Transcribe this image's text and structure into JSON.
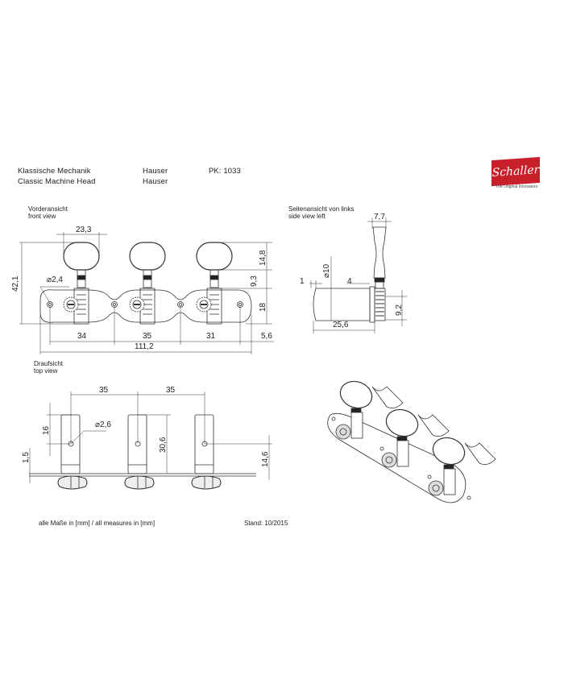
{
  "header": {
    "title_de": "Klassische Mechanik",
    "title_en": "Classic Machine Head",
    "model_de": "Hauser",
    "model_en": "Hauser",
    "part_no": "PK: 1033"
  },
  "logo": {
    "brand": "Schaller",
    "tagline": "The Original Innovators",
    "color": "#c8202a"
  },
  "front_view": {
    "label_de": "Vorderansicht",
    "label_en": "front view",
    "dims": {
      "knob_width": "23,3",
      "total_height": "42,1",
      "hole_dia": "⌀2,4",
      "knob_height": "14,8",
      "shaft": "9,3",
      "plate_height": "18",
      "pitch1": "34",
      "pitch2": "35",
      "pitch3": "31",
      "end": "5,6",
      "total_length": "111,2"
    }
  },
  "side_view": {
    "label_de": "Seitenansicht von links",
    "label_en": "side view left",
    "dims": {
      "knob_thickness": "7,7",
      "post_dia": "⌀10",
      "tip": "1",
      "gap": "4",
      "post_length": "25,6",
      "offset": "9,2"
    }
  },
  "top_view": {
    "label_de": "Draufsicht",
    "label_en": "top view",
    "dims": {
      "pitch1": "35",
      "pitch2": "35",
      "hole_from_top": "16",
      "hole_dia": "⌀2,6",
      "post_height": "30,6",
      "hole_height": "14,6",
      "plate": "1,5"
    }
  },
  "footer": {
    "units": "alle Maße in [mm] / all measures in [mm]",
    "date": "Stand: 10/2015"
  }
}
